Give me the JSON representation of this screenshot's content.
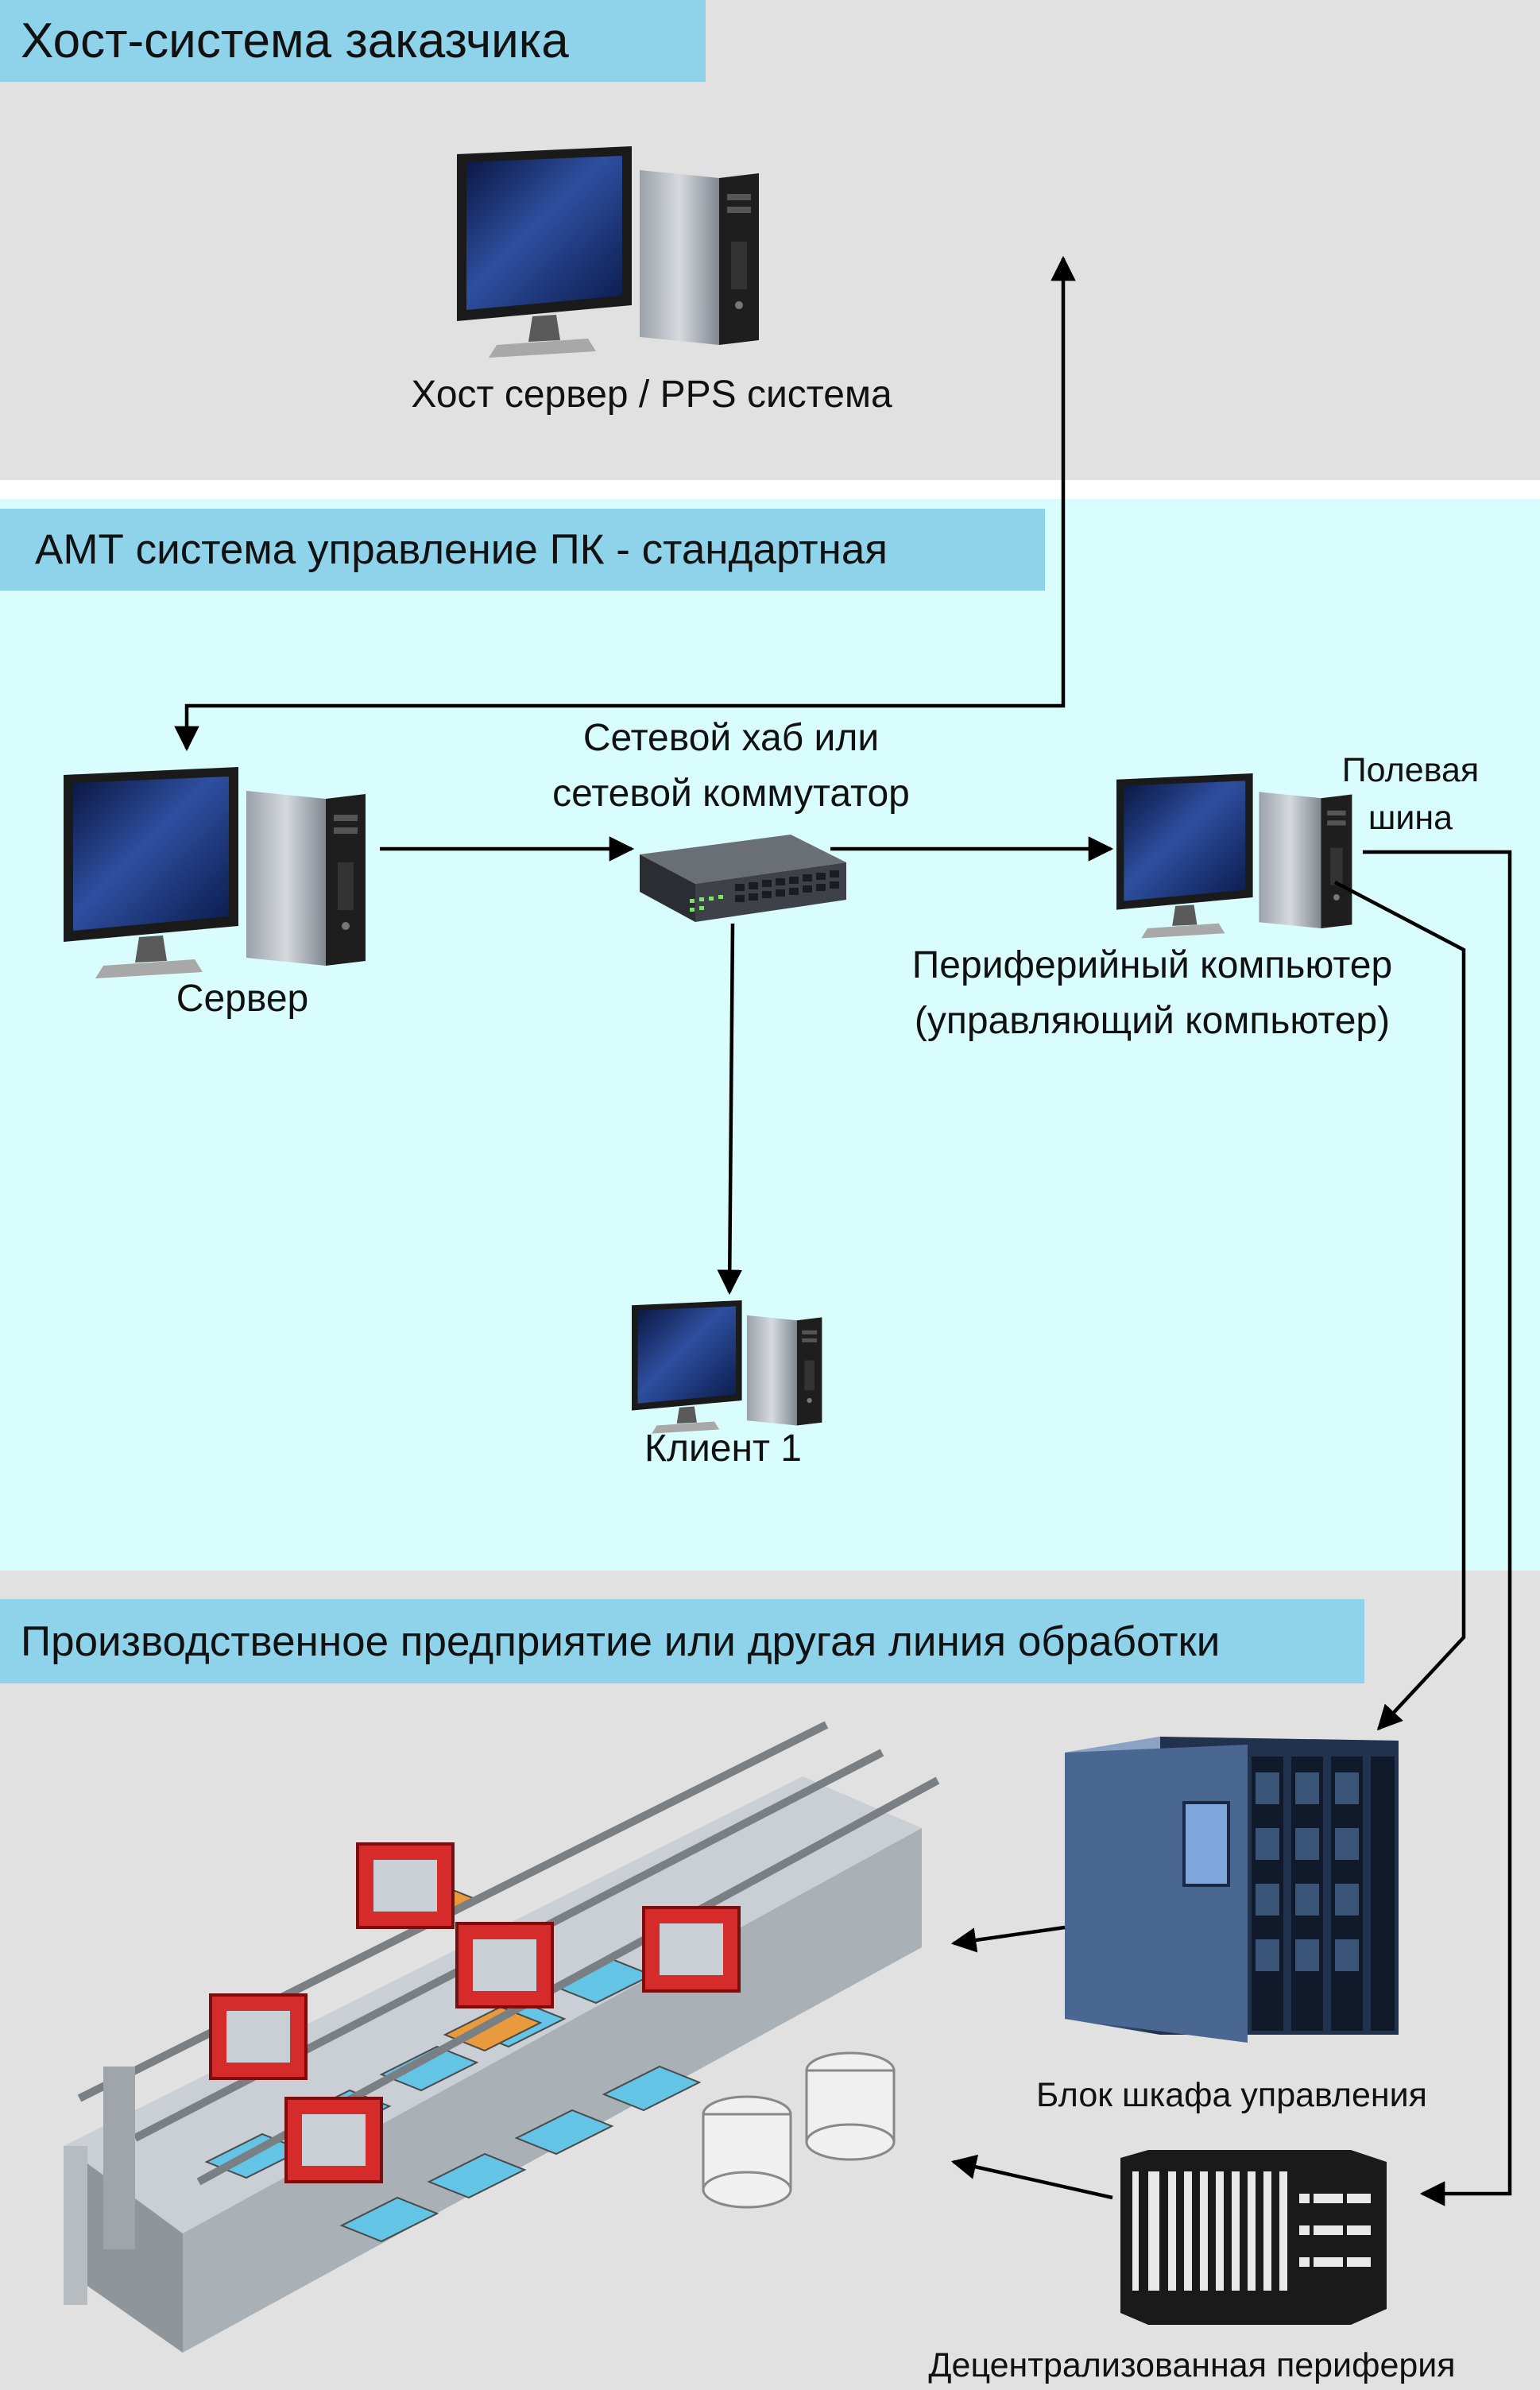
{
  "sections": {
    "host": {
      "title": "Хост-система заказчика"
    },
    "amt": {
      "title": "АМТ система управление ПК - стандартная"
    },
    "production": {
      "title": "Производственное предприятие или другая линия обработки"
    }
  },
  "nodes": {
    "host_server": {
      "label": "Хост сервер / PPS система"
    },
    "server": {
      "label": "Сервер"
    },
    "hub": {
      "label_line1": "Сетевой хаб или",
      "label_line2": "сетевой коммутатор"
    },
    "peripheral": {
      "label_line1": "Периферийный компьютер",
      "label_line2": "(управляющий компьютер)"
    },
    "fieldbus": {
      "label_line1": "Полевая",
      "label_line2": "шина"
    },
    "client": {
      "label": "Клиент 1"
    },
    "cabinet": {
      "label": "Блок шкафа управления"
    },
    "decentral": {
      "label": "Децентрализованная периферия"
    }
  },
  "colors": {
    "host_bg": "#e1e1e1",
    "amt_bg": "#d9fcfd",
    "production_bg": "#e1e1e1",
    "banner": "#8fd3ea",
    "line": "#000000"
  }
}
